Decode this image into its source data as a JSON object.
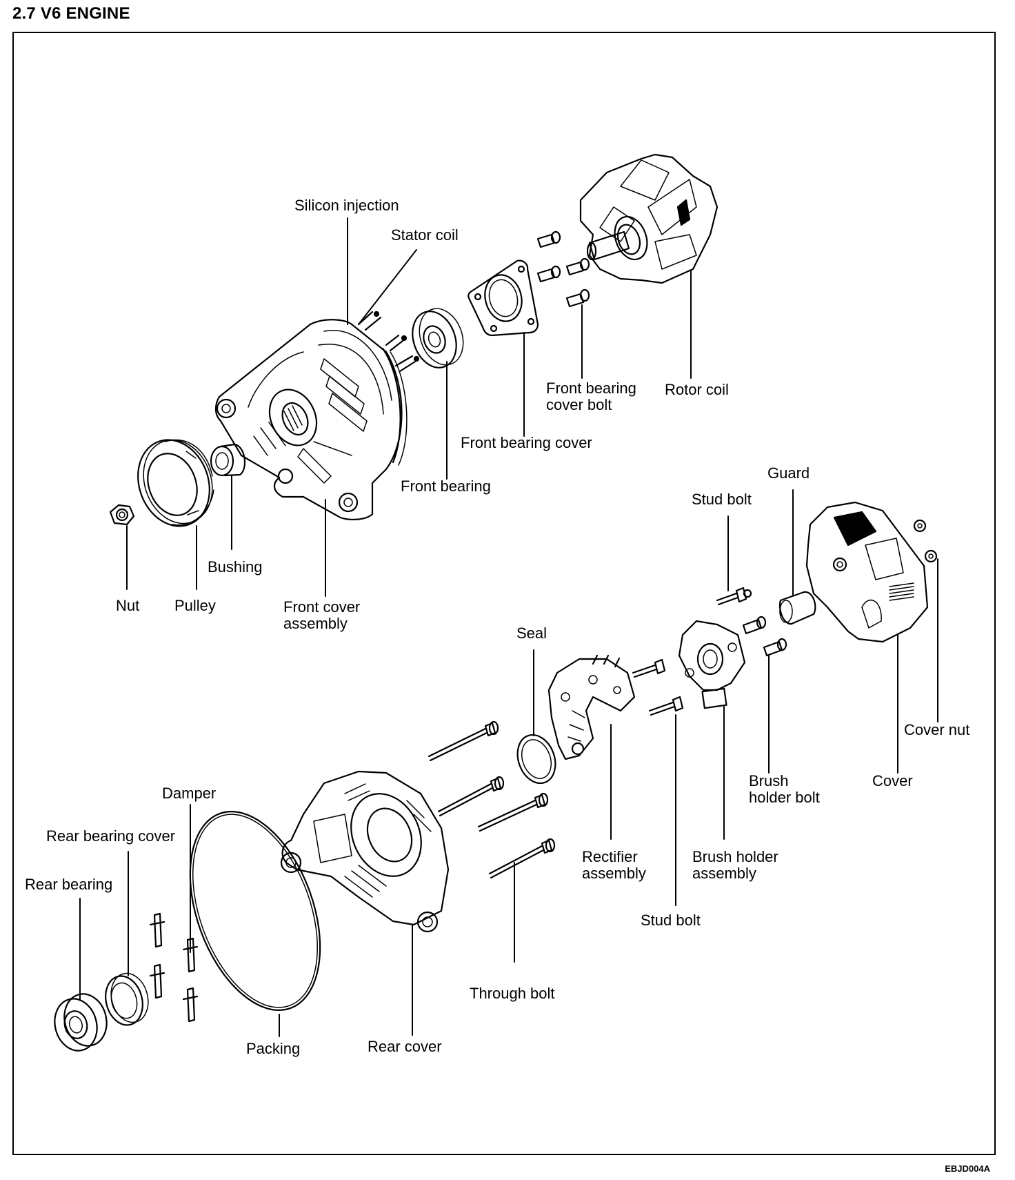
{
  "page": {
    "title": "2.7 V6 ENGINE",
    "figure_code": "EBJD004A"
  },
  "parts": {
    "silicon_injection": "Silicon injection",
    "stator_coil": "Stator coil",
    "front_bearing_cover_bolt": "Front bearing\ncover bolt",
    "rotor_coil": "Rotor coil",
    "front_bearing_cover": "Front bearing cover",
    "front_bearing": "Front bearing",
    "nut": "Nut",
    "pulley": "Pulley",
    "bushing": "Bushing",
    "front_cover_assembly": "Front cover\nassembly",
    "guard": "Guard",
    "stud_bolt_top": "Stud bolt",
    "seal": "Seal",
    "cover_nut": "Cover nut",
    "cover": "Cover",
    "brush_holder_bolt": "Brush\nholder bolt",
    "rectifier_assembly": "Rectifier\nassembly",
    "brush_holder_assembly": "Brush holder\nassembly",
    "stud_bolt_bottom": "Stud bolt",
    "damper": "Damper",
    "rear_bearing_cover": "Rear bearing cover",
    "rear_bearing": "Rear bearing",
    "through_bolt": "Through bolt",
    "packing": "Packing",
    "rear_cover": "Rear cover"
  }
}
